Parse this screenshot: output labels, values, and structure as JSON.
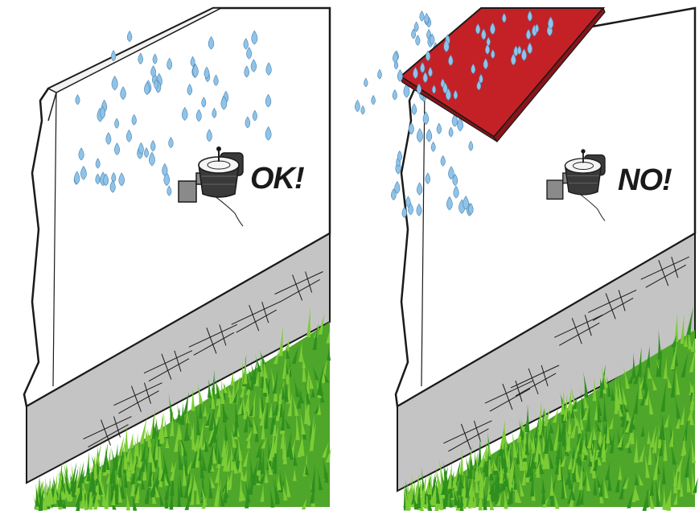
{
  "panels": [
    {
      "id": "ok",
      "verdict": "OK!",
      "covered": false
    },
    {
      "id": "no",
      "verdict": "NO!",
      "covered": true
    }
  ],
  "colors": {
    "wall": "#ffffff",
    "outline": "#1a1a1a",
    "sidewalk": "#c4c4c4",
    "grass_dark": "#2f8f1f",
    "grass_light": "#7ccc35",
    "raindrop": "#8fc3e8",
    "raindrop_edge": "#4e86b4",
    "roof": "#c42127",
    "sensor": "#3a3a3a",
    "bracket": "#8a8a8a"
  },
  "icons": [
    "raindrop-icon",
    "rain-sensor-icon",
    "roof-overhang"
  ]
}
